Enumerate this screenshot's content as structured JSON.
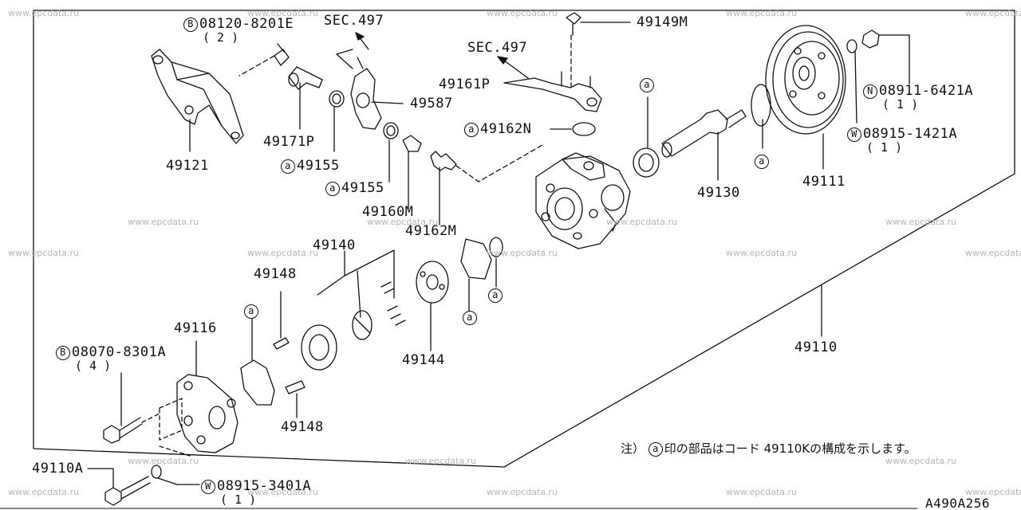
{
  "watermark": "www.epcdata.ru",
  "diagram_code": "A490A256",
  "marker_letter": "a",
  "sec_label": "SEC.497",
  "parts": {
    "p49121": "49121",
    "p49171P": "49171P",
    "p49155a": "49155",
    "p49155b": "49155",
    "p49587": "49587",
    "p49160M": "49160M",
    "p49162M": "49162M",
    "p49161P": "49161P",
    "p49162N": "49162N",
    "p49149M": "49149M",
    "p49130": "49130",
    "p49111": "49111",
    "p49110": "49110",
    "p49140": "49140",
    "p49148a": "49148",
    "p49148b": "49148",
    "p49116": "49116",
    "p49144": "49144",
    "p49110A": "49110A"
  },
  "fasteners": {
    "bolt_top": {
      "prefix": "B",
      "number": "08120-8201E",
      "qty": "( 2 )"
    },
    "nut_right": {
      "prefix": "N",
      "number": "08911-6421A",
      "qty": "( 1 )"
    },
    "washer_right": {
      "prefix": "W",
      "number": "08915-1421A",
      "qty": "( 1 )"
    },
    "bolt_left": {
      "prefix": "B",
      "number": "08070-8301A",
      "qty": "( 4 )"
    },
    "washer_bottom": {
      "prefix": "W",
      "number": "08915-3401A",
      "qty": "( 1 )"
    }
  },
  "note": {
    "prefix": "注）",
    "text": "印の部品はコード 49110Kの構成を示します。"
  }
}
